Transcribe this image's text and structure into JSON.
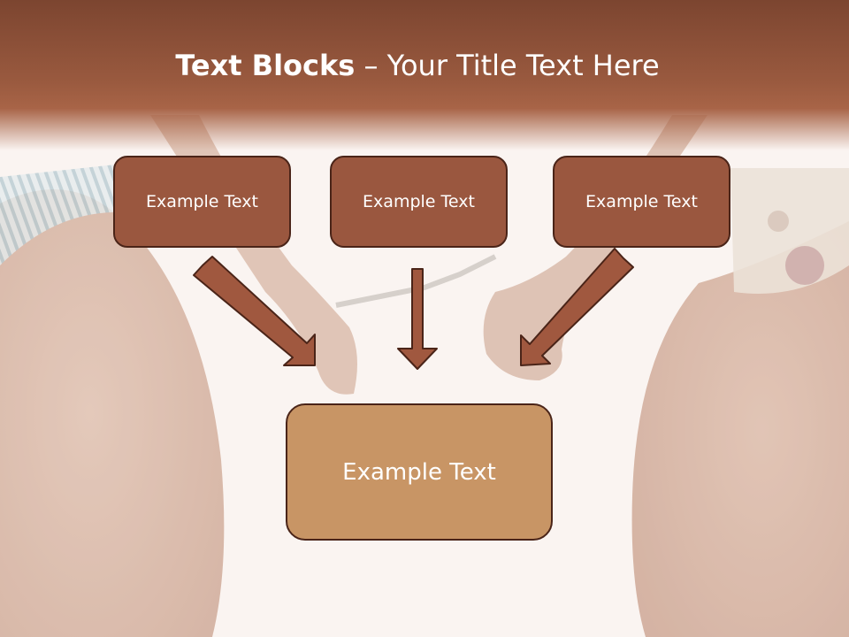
{
  "slide": {
    "title_bold": "Text Blocks",
    "title_sep": " – ",
    "title_rest": "Your Title Text Here",
    "top_blocks": [
      "Example Text",
      "Example Text",
      "Example Text"
    ],
    "bottom_block": "Example Text"
  },
  "colors": {
    "header": "#9a5a3f",
    "top_block_fill": "#9a573f",
    "bottom_block_fill": "#c89565",
    "arrow_fill": "#a0583f",
    "outline": "#4a2418"
  }
}
